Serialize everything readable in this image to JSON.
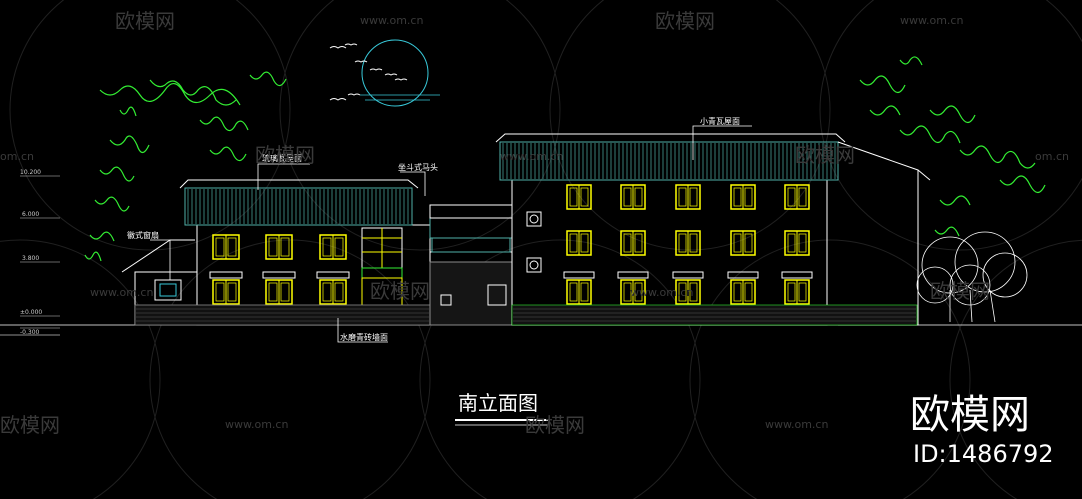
{
  "drawing": {
    "title": "南立面图",
    "annotations": {
      "small_roof": "小青瓦屋面",
      "left_roof": "琉璃瓦屋面",
      "connector_head": "坐斗式马头",
      "left_hall": "徽式窗扇",
      "plinth": "水磨青砖墙面"
    },
    "levels": [
      "10.200",
      "6.000",
      "3.800",
      "±0.000",
      "-0.300"
    ]
  },
  "watermarks": {
    "brand": "欧模网",
    "site": "www.om.cn",
    "site_short": "om.cn",
    "id": "ID:1486792"
  },
  "colors": {
    "background": "#000000",
    "outline": "#ffffff",
    "roof": "#4fb0a8",
    "window": "#ffff00",
    "tree": "#33ee33",
    "brick": "#8a8a8a",
    "moon": "#38c8d8"
  }
}
